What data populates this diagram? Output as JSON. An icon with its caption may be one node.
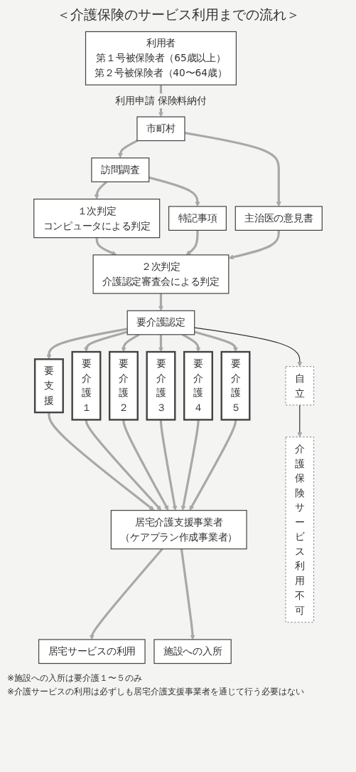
{
  "diagram": {
    "title": "＜介護保険のサービス利用までの流れ＞",
    "nodes": [
      {
        "text": [
          "利用者",
          "第１号被保険者（65歳以上）",
          "第２号被保険者（40〜64歳）"
        ]
      },
      {
        "text": [
          "市町村"
        ]
      },
      {
        "text": [
          "訪問調査"
        ]
      },
      {
        "text": [
          "主治医の意見書"
        ]
      },
      {
        "text": [
          "１次判定",
          "コンピュータによる判定"
        ]
      },
      {
        "text": [
          "特記事項"
        ]
      },
      {
        "text": [
          "２次判定",
          "介護認定審査会による判定"
        ]
      },
      {
        "text": [
          "要介護認定"
        ]
      },
      {
        "text": [
          "要支援"
        ]
      },
      {
        "text": [
          "要介護１"
        ]
      },
      {
        "text": [
          "要介護２"
        ]
      },
      {
        "text": [
          "要介護３"
        ]
      },
      {
        "text": [
          "要介護４"
        ]
      },
      {
        "text": [
          "要介護５"
        ]
      },
      {
        "text": [
          "自立"
        ]
      },
      {
        "text": [
          "居宅介護支援事業者",
          "（ケアプラン作成事業者）"
        ]
      },
      {
        "text": [
          "介護保険サービス利用不可"
        ]
      },
      {
        "text": [
          "居宅サービスの利用"
        ]
      },
      {
        "text": [
          "施設への入所"
        ]
      }
    ],
    "edges": [
      {
        "from": 0,
        "to": 1,
        "arrow": "to",
        "label": "利用申請 保険料納付"
      },
      {
        "from": 1,
        "to": 2,
        "arrow": "to"
      },
      {
        "from": 1,
        "to": 3,
        "arrow": "to"
      },
      {
        "from": 2,
        "to": 4,
        "arrow": "to"
      },
      {
        "from": 2,
        "to": 5,
        "arrow": "to"
      },
      {
        "from": 4,
        "to": 6,
        "arrow": "to"
      },
      {
        "from": 5,
        "to": 6,
        "arrow": "to"
      },
      {
        "from": 3,
        "to": 6,
        "arrow": "to"
      },
      {
        "from": 6,
        "to": 7,
        "arrow": "to"
      },
      {
        "from": 7,
        "to": 8,
        "arrow": "to"
      },
      {
        "from": 7,
        "to": 9,
        "arrow": "to"
      },
      {
        "from": 7,
        "to": 10,
        "arrow": "to"
      },
      {
        "from": 7,
        "to": 11,
        "arrow": "to"
      },
      {
        "from": 7,
        "to": 12,
        "arrow": "to"
      },
      {
        "from": 7,
        "to": 13,
        "arrow": "to"
      },
      {
        "from": 7,
        "to": 14,
        "arrow": "to",
        "color": "#333333"
      },
      {
        "from": 8,
        "to": 15,
        "arrow": "to"
      },
      {
        "from": 9,
        "to": 15,
        "arrow": "to"
      },
      {
        "from": 10,
        "to": 15,
        "arrow": "to"
      },
      {
        "from": 11,
        "to": 15,
        "arrow": "to"
      },
      {
        "from": 12,
        "to": 15,
        "arrow": "to"
      },
      {
        "from": 13,
        "to": 15,
        "arrow": "to"
      },
      {
        "from": 14,
        "to": 16,
        "arrow": "to",
        "color": "#333333"
      },
      {
        "from": 15,
        "to": 17,
        "arrow": "to"
      },
      {
        "from": 15,
        "to": 18,
        "arrow": "to"
      }
    ],
    "labels": [
      "※施設への入所は要介護１〜５のみ",
      "※介護サービスの利用は必ずしも居宅介護支援事業者を通じて行う必要はない"
    ]
  }
}
